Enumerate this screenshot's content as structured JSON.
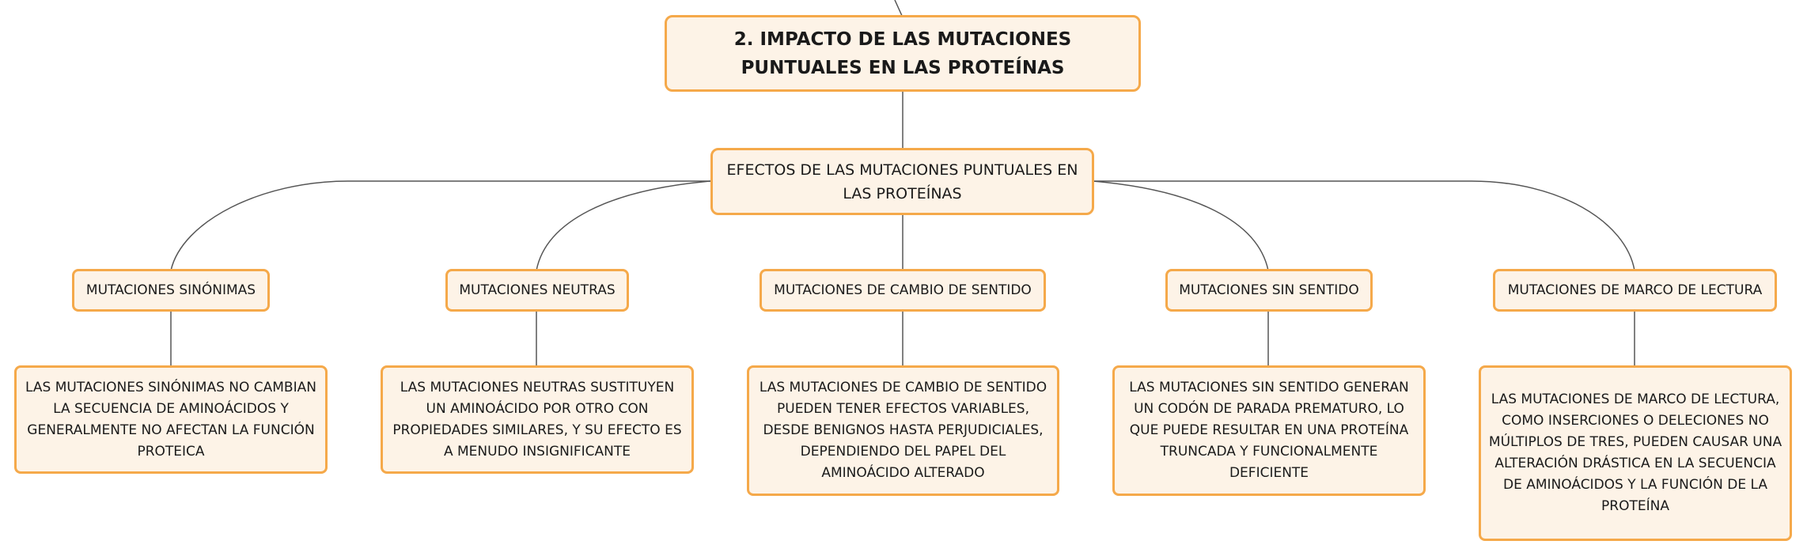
{
  "diagram": {
    "root": {
      "label": "2. IMPACTO DE LAS MUTACIONES PUNTUALES EN LAS PROTEÍNAS"
    },
    "mid": {
      "label": "EFECTOS DE LAS MUTACIONES PUNTUALES EN LAS PROTEÍNAS"
    },
    "branches": [
      {
        "title": "MUTACIONES SINÓNIMAS",
        "description": "LAS MUTACIONES SINÓNIMAS NO CAMBIAN LA SECUENCIA DE AMINOÁCIDOS Y GENERALMENTE NO AFECTAN LA FUNCIÓN PROTEICA"
      },
      {
        "title": "MUTACIONES NEUTRAS",
        "description": "LAS MUTACIONES NEUTRAS SUSTITUYEN UN AMINOÁCIDO POR OTRO CON PROPIEDADES SIMILARES, Y SU EFECTO ES A MENUDO INSIGNIFICANTE"
      },
      {
        "title": "MUTACIONES DE CAMBIO DE SENTIDO",
        "description": "LAS MUTACIONES DE CAMBIO DE SENTIDO PUEDEN TENER EFECTOS VARIABLES, DESDE BENIGNOS HASTA PERJUDICIALES, DEPENDIENDO DEL PAPEL DEL AMINOÁCIDO ALTERADO"
      },
      {
        "title": "MUTACIONES SIN SENTIDO",
        "description": "LAS MUTACIONES SIN SENTIDO GENERAN UN CODÓN DE PARADA PREMATURO, LO QUE PUEDE RESULTAR EN UNA PROTEÍNA TRUNCADA Y FUNCIONALMENTE DEFICIENTE"
      },
      {
        "title": "MUTACIONES DE MARCO DE LECTURA",
        "description": "LAS MUTACIONES DE MARCO DE LECTURA, COMO INSERCIONES O DELECIONES NO MÚLTIPLOS DE TRES, PUEDEN CAUSAR UNA ALTERACIÓN DRÁSTICA EN LA SECUENCIA DE AMINOÁCIDOS Y LA FUNCIÓN DE LA PROTEÍNA"
      }
    ]
  }
}
